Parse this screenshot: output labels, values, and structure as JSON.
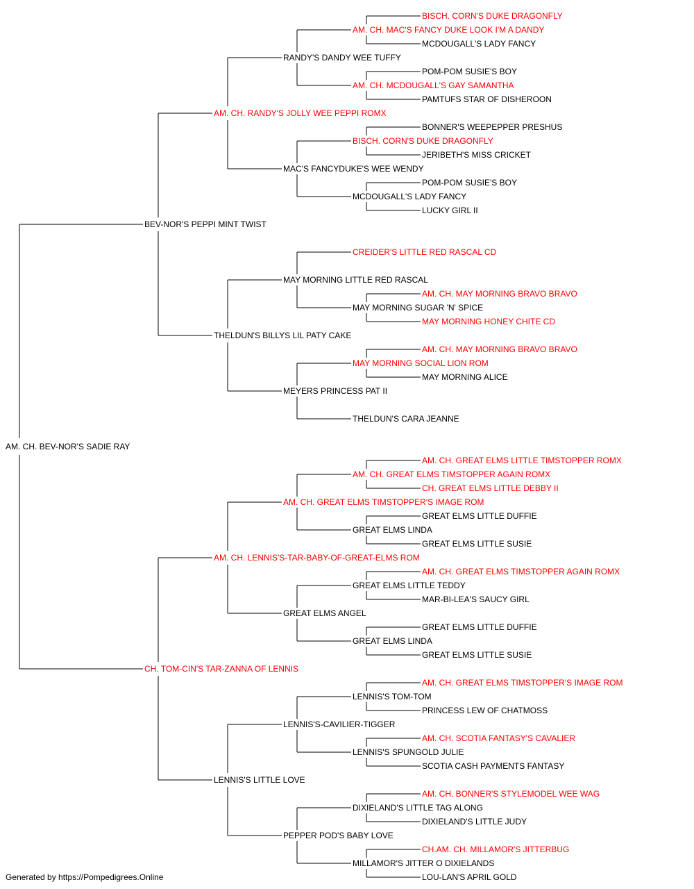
{
  "pedigree": {
    "name": "AM. CH. BEV-NOR'S SADIE RAY",
    "champion": false,
    "sire": {
      "name": "BEV-NOR'S PEPPI MINT TWIST",
      "champion": false,
      "sire": {
        "name": "AM. CH. RANDY'S JOLLY WEE PEPPI ROMX",
        "champion": true,
        "sire": {
          "name": "RANDY'S DANDY WEE TUFFY",
          "champion": false,
          "sire": {
            "name": "AM. CH. MAC'S FANCY DUKE LOOK I'M A DANDY",
            "champion": true,
            "sire": {
              "name": "BISCH. CORN'S DUKE DRAGONFLY",
              "champion": true
            },
            "dam": {
              "name": "MCDOUGALL'S LADY FANCY",
              "champion": false
            }
          },
          "dam": {
            "name": "AM. CH. MCDOUGALL'S GAY SAMANTHA",
            "champion": true,
            "sire": {
              "name": "POM-POM SUSIE'S BOY",
              "champion": false
            },
            "dam": {
              "name": "PAMTUFS STAR OF DISHEROON",
              "champion": false
            }
          }
        },
        "dam": {
          "name": "MAC'S FANCYDUKE'S WEE WENDY",
          "champion": false,
          "sire": {
            "name": "BISCH. CORN'S DUKE DRAGONFLY",
            "champion": true,
            "sire": {
              "name": "BONNER'S WEEPEPPER PRESHUS",
              "champion": false
            },
            "dam": {
              "name": "JERIBETH'S MISS CRICKET",
              "champion": false
            }
          },
          "dam": {
            "name": "MCDOUGALL'S LADY FANCY",
            "champion": false,
            "sire": {
              "name": "POM-POM SUSIE'S BOY",
              "champion": false
            },
            "dam": {
              "name": "LUCKY GIRL II",
              "champion": false
            }
          }
        }
      },
      "dam": {
        "name": "THELDUN'S BILLYS LIL PATY CAKE",
        "champion": false,
        "sire": {
          "name": "MAY MORNING LITTLE RED RASCAL",
          "champion": false,
          "sire": {
            "name": "CREIDER'S LITTLE RED RASCAL CD",
            "champion": true
          },
          "dam": {
            "name": "MAY MORNING SUGAR 'N' SPICE",
            "champion": false,
            "sire": {
              "name": "AM. CH. MAY MORNING BRAVO BRAVO",
              "champion": true
            },
            "dam": {
              "name": "MAY MORNING HONEY CHITE CD",
              "champion": true
            }
          }
        },
        "dam": {
          "name": "MEYERS PRINCESS PAT II",
          "champion": false,
          "sire": {
            "name": "MAY MORNING SOCIAL LION ROM",
            "champion": true,
            "sire": {
              "name": "AM. CH. MAY MORNING BRAVO BRAVO",
              "champion": true
            },
            "dam": {
              "name": "MAY MORNING ALICE",
              "champion": false
            }
          },
          "dam": {
            "name": "THELDUN'S CARA JEANNE",
            "champion": false
          }
        }
      }
    },
    "dam": {
      "name": "CH. TOM-CIN'S TAR-ZANNA OF LENNIS",
      "champion": true,
      "sire": {
        "name": "AM. CH. LENNIS'S-TAR-BABY-OF-GREAT-ELMS ROM",
        "champion": true,
        "sire": {
          "name": "AM. CH. GREAT ELMS TIMSTOPPER'S IMAGE ROM",
          "champion": true,
          "sire": {
            "name": "AM. CH. GREAT ELMS TIMSTOPPER AGAIN ROMX",
            "champion": true,
            "sire": {
              "name": "AM. CH. GREAT ELMS LITTLE TIMSTOPPER ROMX",
              "champion": true
            },
            "dam": {
              "name": "CH. GREAT ELMS LITTLE DEBBY II",
              "champion": true
            }
          },
          "dam": {
            "name": "GREAT ELMS LINDA",
            "champion": false,
            "sire": {
              "name": "GREAT ELMS LITTLE DUFFIE",
              "champion": false
            },
            "dam": {
              "name": "GREAT ELMS LITTLE SUSIE",
              "champion": false
            }
          }
        },
        "dam": {
          "name": "GREAT ELMS ANGEL",
          "champion": false,
          "sire": {
            "name": "GREAT ELMS LITTLE TEDDY",
            "champion": false,
            "sire": {
              "name": "AM. CH. GREAT ELMS TIMSTOPPER AGAIN ROMX",
              "champion": true
            },
            "dam": {
              "name": "MAR-BI-LEA'S SAUCY GIRL",
              "champion": false
            }
          },
          "dam": {
            "name": "GREAT ELMS LINDA",
            "champion": false,
            "sire": {
              "name": "GREAT ELMS LITTLE DUFFIE",
              "champion": false
            },
            "dam": {
              "name": "GREAT ELMS LITTLE SUSIE",
              "champion": false
            }
          }
        }
      },
      "dam": {
        "name": "LENNIS'S LITTLE LOVE",
        "champion": false,
        "sire": {
          "name": "LENNIS'S-CAVILIER-TIGGER",
          "champion": false,
          "sire": {
            "name": "LENNIS'S TOM-TOM",
            "champion": false,
            "sire": {
              "name": "AM. CH. GREAT ELMS TIMSTOPPER'S IMAGE ROM",
              "champion": true
            },
            "dam": {
              "name": "PRINCESS LEW OF CHATMOSS",
              "champion": false
            }
          },
          "dam": {
            "name": "LENNIS'S SPUNGOLD JULIE",
            "champion": false,
            "sire": {
              "name": "AM. CH. SCOTIA FANTASY'S CAVALIER",
              "champion": true
            },
            "dam": {
              "name": "SCOTIA CASH PAYMENTS FANTASY",
              "champion": false
            }
          }
        },
        "dam": {
          "name": "PEPPER POD'S BABY LOVE",
          "champion": false,
          "sire": {
            "name": "DIXIELAND'S LITTLE TAG ALONG",
            "champion": false,
            "sire": {
              "name": "AM. CH. BONNER'S STYLEMODEL WEE WAG",
              "champion": true
            },
            "dam": {
              "name": "DIXIELAND'S LITTLE JUDY",
              "champion": false
            }
          },
          "dam": {
            "name": "MILLAMOR'S JITTER O DIXIELANDS",
            "champion": false,
            "sire": {
              "name": "CH.AM. CH. MILLAMOR'S JITTERBUG",
              "champion": true
            },
            "dam": {
              "name": "LOU-LAN'S APRIL GOLD",
              "champion": false
            }
          }
        }
      }
    }
  },
  "colors": {
    "champion": "#ff0000",
    "regular": "#000000",
    "line": "#000000"
  },
  "footer": "Generated by https://Pompedigrees.Online"
}
